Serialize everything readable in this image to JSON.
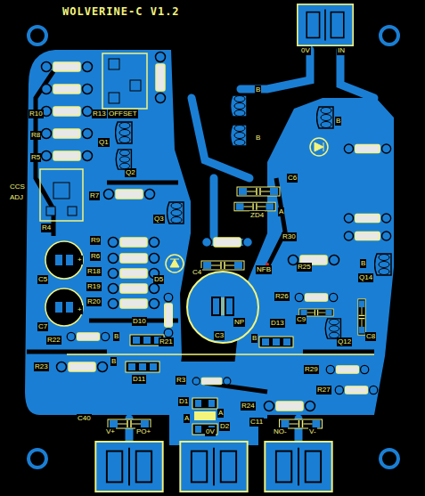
{
  "diagram": {
    "title": "WOLVERINE-C V1.2",
    "labels": [
      "0V",
      "IN",
      "R10",
      "R13",
      "OFFSET",
      "R8",
      "R5",
      "Q1",
      "Q2",
      "CCS",
      "ADJ",
      "R7",
      "R4",
      "Q3",
      "C5",
      "+",
      "R9",
      "R6",
      "R18",
      "R19",
      "R20",
      "D5",
      "C7",
      "+",
      "D10",
      "B",
      "R22",
      "R21",
      "C3",
      "NP",
      "R23",
      "D11",
      "B",
      "R3",
      "D1",
      "A",
      "D2",
      "A",
      "C40",
      "V+",
      "PO+",
      "0V",
      "R24",
      "C11",
      "NO-",
      "V-",
      "ZD4",
      "A",
      "C6",
      "C4",
      "R30",
      "NFB",
      "R25",
      "R26",
      "C9",
      "D13",
      "B",
      "Q12",
      "C8",
      "Q14",
      "B",
      "R29",
      "R27",
      "B",
      "B",
      "B"
    ]
  }
}
